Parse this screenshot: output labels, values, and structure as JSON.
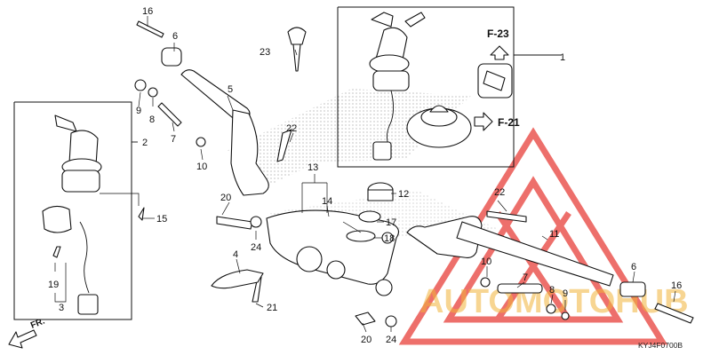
{
  "diagram_code": "KYJ4F0700B",
  "direction_label": "FR.",
  "references": {
    "upper": "F-23",
    "right": "F-21"
  },
  "watermark": {
    "text": "AUTOMOTOHUB",
    "color_triangle": "#e8403a",
    "color_text": "#f1b33a"
  },
  "callouts": [
    {
      "id": "1",
      "label": "1"
    },
    {
      "id": "2",
      "label": "2"
    },
    {
      "id": "3",
      "label": "3"
    },
    {
      "id": "4",
      "label": "4"
    },
    {
      "id": "5",
      "label": "5"
    },
    {
      "id": "6-left",
      "label": "6"
    },
    {
      "id": "6-right",
      "label": "6"
    },
    {
      "id": "7-left",
      "label": "7"
    },
    {
      "id": "7-right",
      "label": "7"
    },
    {
      "id": "8-left",
      "label": "8"
    },
    {
      "id": "8-right",
      "label": "8"
    },
    {
      "id": "9-left",
      "label": "9"
    },
    {
      "id": "9-right",
      "label": "9"
    },
    {
      "id": "10-left",
      "label": "10"
    },
    {
      "id": "10-right",
      "label": "10"
    },
    {
      "id": "11",
      "label": "11"
    },
    {
      "id": "12",
      "label": "12"
    },
    {
      "id": "13",
      "label": "13"
    },
    {
      "id": "14",
      "label": "14"
    },
    {
      "id": "15",
      "label": "15"
    },
    {
      "id": "16-left",
      "label": "16"
    },
    {
      "id": "16-right",
      "label": "16"
    },
    {
      "id": "17",
      "label": "17"
    },
    {
      "id": "18",
      "label": "18"
    },
    {
      "id": "19",
      "label": "19"
    },
    {
      "id": "20-upper",
      "label": "20"
    },
    {
      "id": "20-lower",
      "label": "20"
    },
    {
      "id": "21",
      "label": "21"
    },
    {
      "id": "22-upper",
      "label": "22"
    },
    {
      "id": "22-right",
      "label": "22"
    },
    {
      "id": "23",
      "label": "23"
    },
    {
      "id": "24-upper",
      "label": "24"
    },
    {
      "id": "24-lower",
      "label": "24"
    }
  ]
}
